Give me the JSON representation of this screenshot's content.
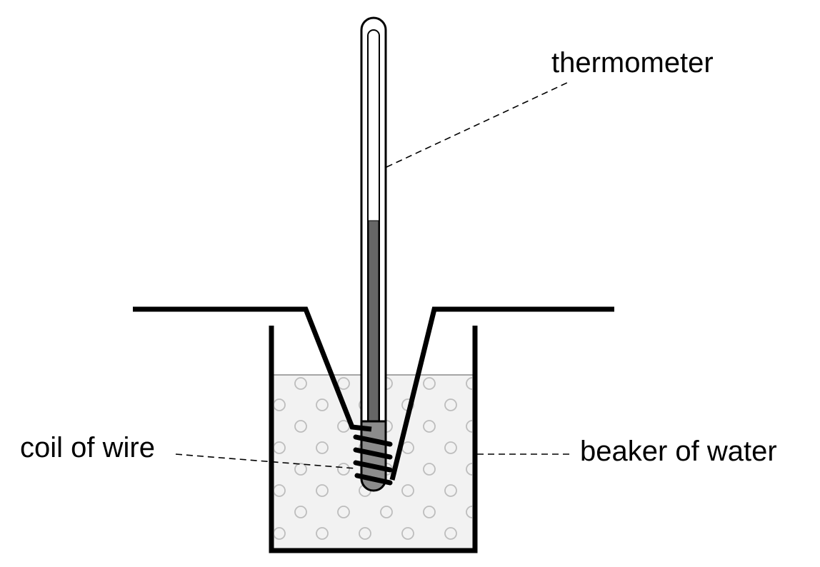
{
  "labels": {
    "thermometer": "thermometer",
    "coil": "coil of wire",
    "beaker": "beaker of water"
  },
  "colors": {
    "stroke": "#000000",
    "water": "#f2f2f2",
    "water_surface": "#a6a6a6",
    "bubble": "#bdbdbd",
    "mercury": "#666666",
    "bulb": "#8c8c8c"
  }
}
